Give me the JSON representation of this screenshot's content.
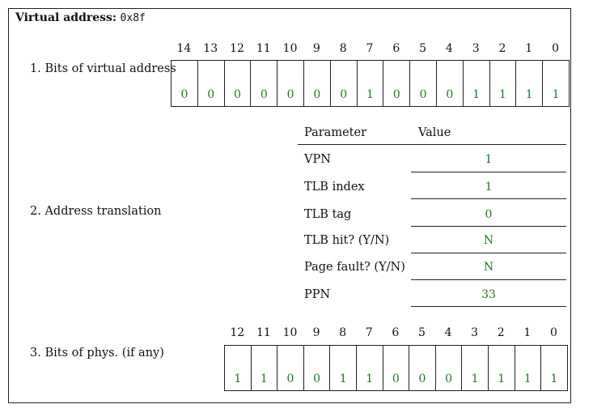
{
  "header": {
    "label": "Virtual address:",
    "value": "0x8f"
  },
  "section1": {
    "label": "1.  Bits of virtual address",
    "indices": [
      "14",
      "13",
      "12",
      "11",
      "10",
      "9",
      "8",
      "7",
      "6",
      "5",
      "4",
      "3",
      "2",
      "1",
      "0"
    ],
    "bits": [
      "0",
      "0",
      "0",
      "0",
      "0",
      "0",
      "0",
      "1",
      "0",
      "0",
      "0",
      "1",
      "1",
      "1",
      "1"
    ]
  },
  "section2": {
    "label": "2.  Address translation",
    "col_param": "Parameter",
    "col_value": "Value",
    "rows": [
      {
        "param": "VPN",
        "value": "1"
      },
      {
        "param": "TLB index",
        "value": "1"
      },
      {
        "param": "TLB tag",
        "value": "0"
      },
      {
        "param": "TLB hit? (Y/N)",
        "value": "N"
      },
      {
        "param": "Page fault? (Y/N)",
        "value": "N"
      },
      {
        "param": "PPN",
        "value": "33"
      }
    ]
  },
  "section3": {
    "label": "3.  Bits of phys. (if any)",
    "indices": [
      "12",
      "11",
      "10",
      "9",
      "8",
      "7",
      "6",
      "5",
      "4",
      "3",
      "2",
      "1",
      "0"
    ],
    "bits": [
      "1",
      "1",
      "0",
      "0",
      "1",
      "1",
      "0",
      "0",
      "0",
      "1",
      "1",
      "1",
      "1"
    ]
  },
  "colors": {
    "value_green": "#1e7a1e",
    "line": "#222222"
  }
}
